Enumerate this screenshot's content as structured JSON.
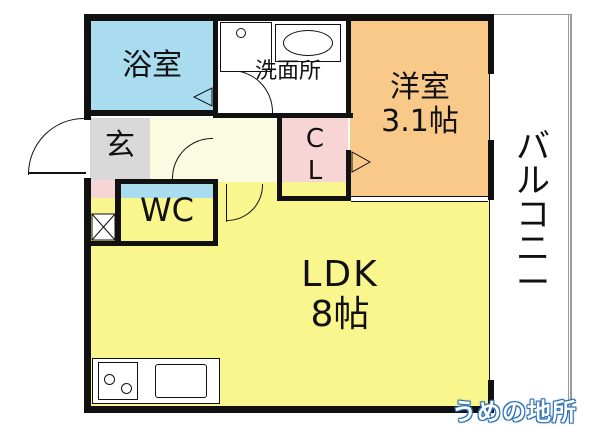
{
  "rooms": {
    "bath": "浴室",
    "washroom": "洗面所",
    "bedroom_name": "洋室",
    "bedroom_size": "3.1帖",
    "entrance": "玄",
    "closet_c": "C",
    "closet_l": "L",
    "toilet": "WC",
    "ldk_name": "LDK",
    "ldk_size": "8帖",
    "balcony": [
      "バ",
      "ル",
      "コ",
      "ニ",
      "ー"
    ]
  },
  "watermark": "うめの地所",
  "colors": {
    "bath": "#a9dcef",
    "washroom": "#ffffff",
    "bedroom": "#f9c98a",
    "entrance": "#d9d9d9",
    "hall": "#fbfbe2",
    "closet": "#f8d5d5",
    "toilet": "#a9dcef",
    "ldk": "#f8f68c",
    "wall": "#111111",
    "watermark": "#2b6fb5"
  }
}
